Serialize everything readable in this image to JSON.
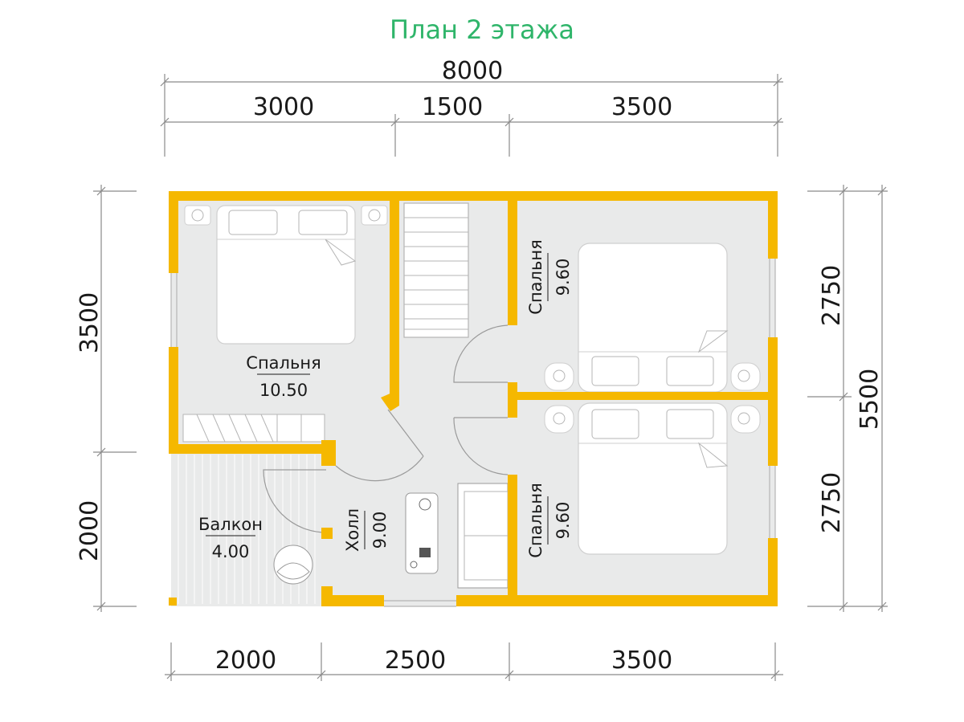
{
  "title": "План 2 этажа",
  "colors": {
    "wall": "#f5b800",
    "floor": "#e9eaea",
    "title": "#2fb56a",
    "line": "#8a8a8a"
  },
  "dimensions": {
    "top_total": "8000",
    "top_parts": [
      "3000",
      "1500",
      "3500"
    ],
    "bottom_parts": [
      "2000",
      "2500",
      "3500"
    ],
    "left_parts": [
      "3500",
      "2000"
    ],
    "right_parts": [
      "2750",
      "2750"
    ],
    "right_total": "5500"
  },
  "rooms": {
    "bedroom_1": {
      "name": "Спальня",
      "area": "10.50"
    },
    "bedroom_2": {
      "name": "Спальня",
      "area": "9.60"
    },
    "bedroom_3": {
      "name": "Спальня",
      "area": "9.60"
    },
    "hall": {
      "name": "Холл",
      "area": "9.00"
    },
    "balcony": {
      "name": "Балкон",
      "area": "4.00"
    }
  },
  "icons": [
    "bed-icon",
    "staircase-icon",
    "wardrobe-icon",
    "sofa-icon",
    "table-icon",
    "chair-icon"
  ]
}
